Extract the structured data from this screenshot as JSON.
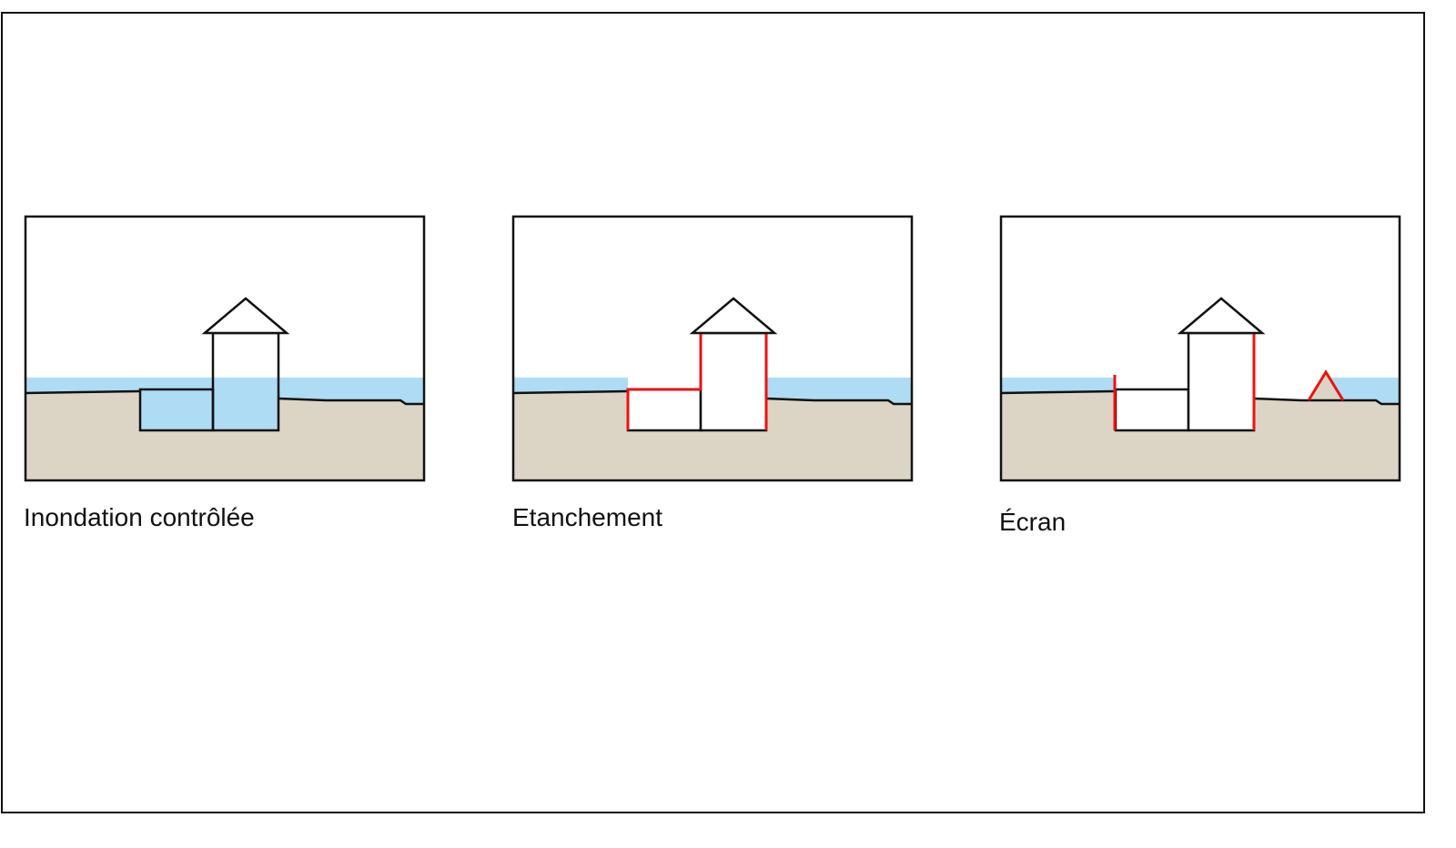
{
  "panels": [
    {
      "label": "Inondation contrôlée"
    },
    {
      "label": "Etanchement"
    },
    {
      "label": "Écran"
    }
  ],
  "colors": {
    "water": "#aedcf4",
    "ground": "#dcd5c6",
    "barrier": "#ee1111",
    "outline": "#111111"
  }
}
